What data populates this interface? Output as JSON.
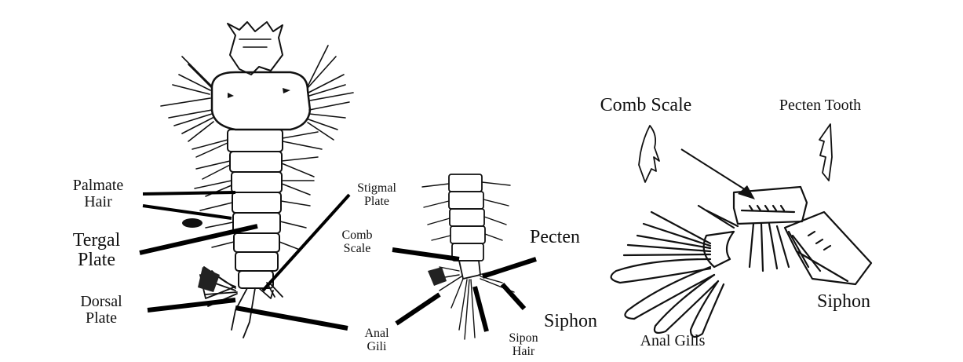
{
  "figure": {
    "larva_panel": {
      "labels": {
        "palmate_hair": [
          "Palmate",
          "Hair"
        ],
        "tergal_plate": [
          "Tergal",
          "Plate"
        ],
        "dorsal_plate": [
          "Dorsal",
          "Plate"
        ]
      }
    },
    "terminal_panel": {
      "labels": {
        "stigmal_plate": [
          "Stigmal",
          "Plate"
        ],
        "comb_scale": [
          "Comb",
          "Scale"
        ],
        "pecten": "Pecten",
        "siphon": "Siphon",
        "anal_gili": [
          "Anal",
          "Gili"
        ],
        "sipon_hair": [
          "Sipon",
          "Hair"
        ]
      }
    },
    "detail_panel": {
      "labels": {
        "comb_scale": "Comb Scale",
        "pecten_tooth": "Pecten Tooth",
        "siphon": "Siphon",
        "anal_gills": "Anal Gills"
      }
    }
  }
}
